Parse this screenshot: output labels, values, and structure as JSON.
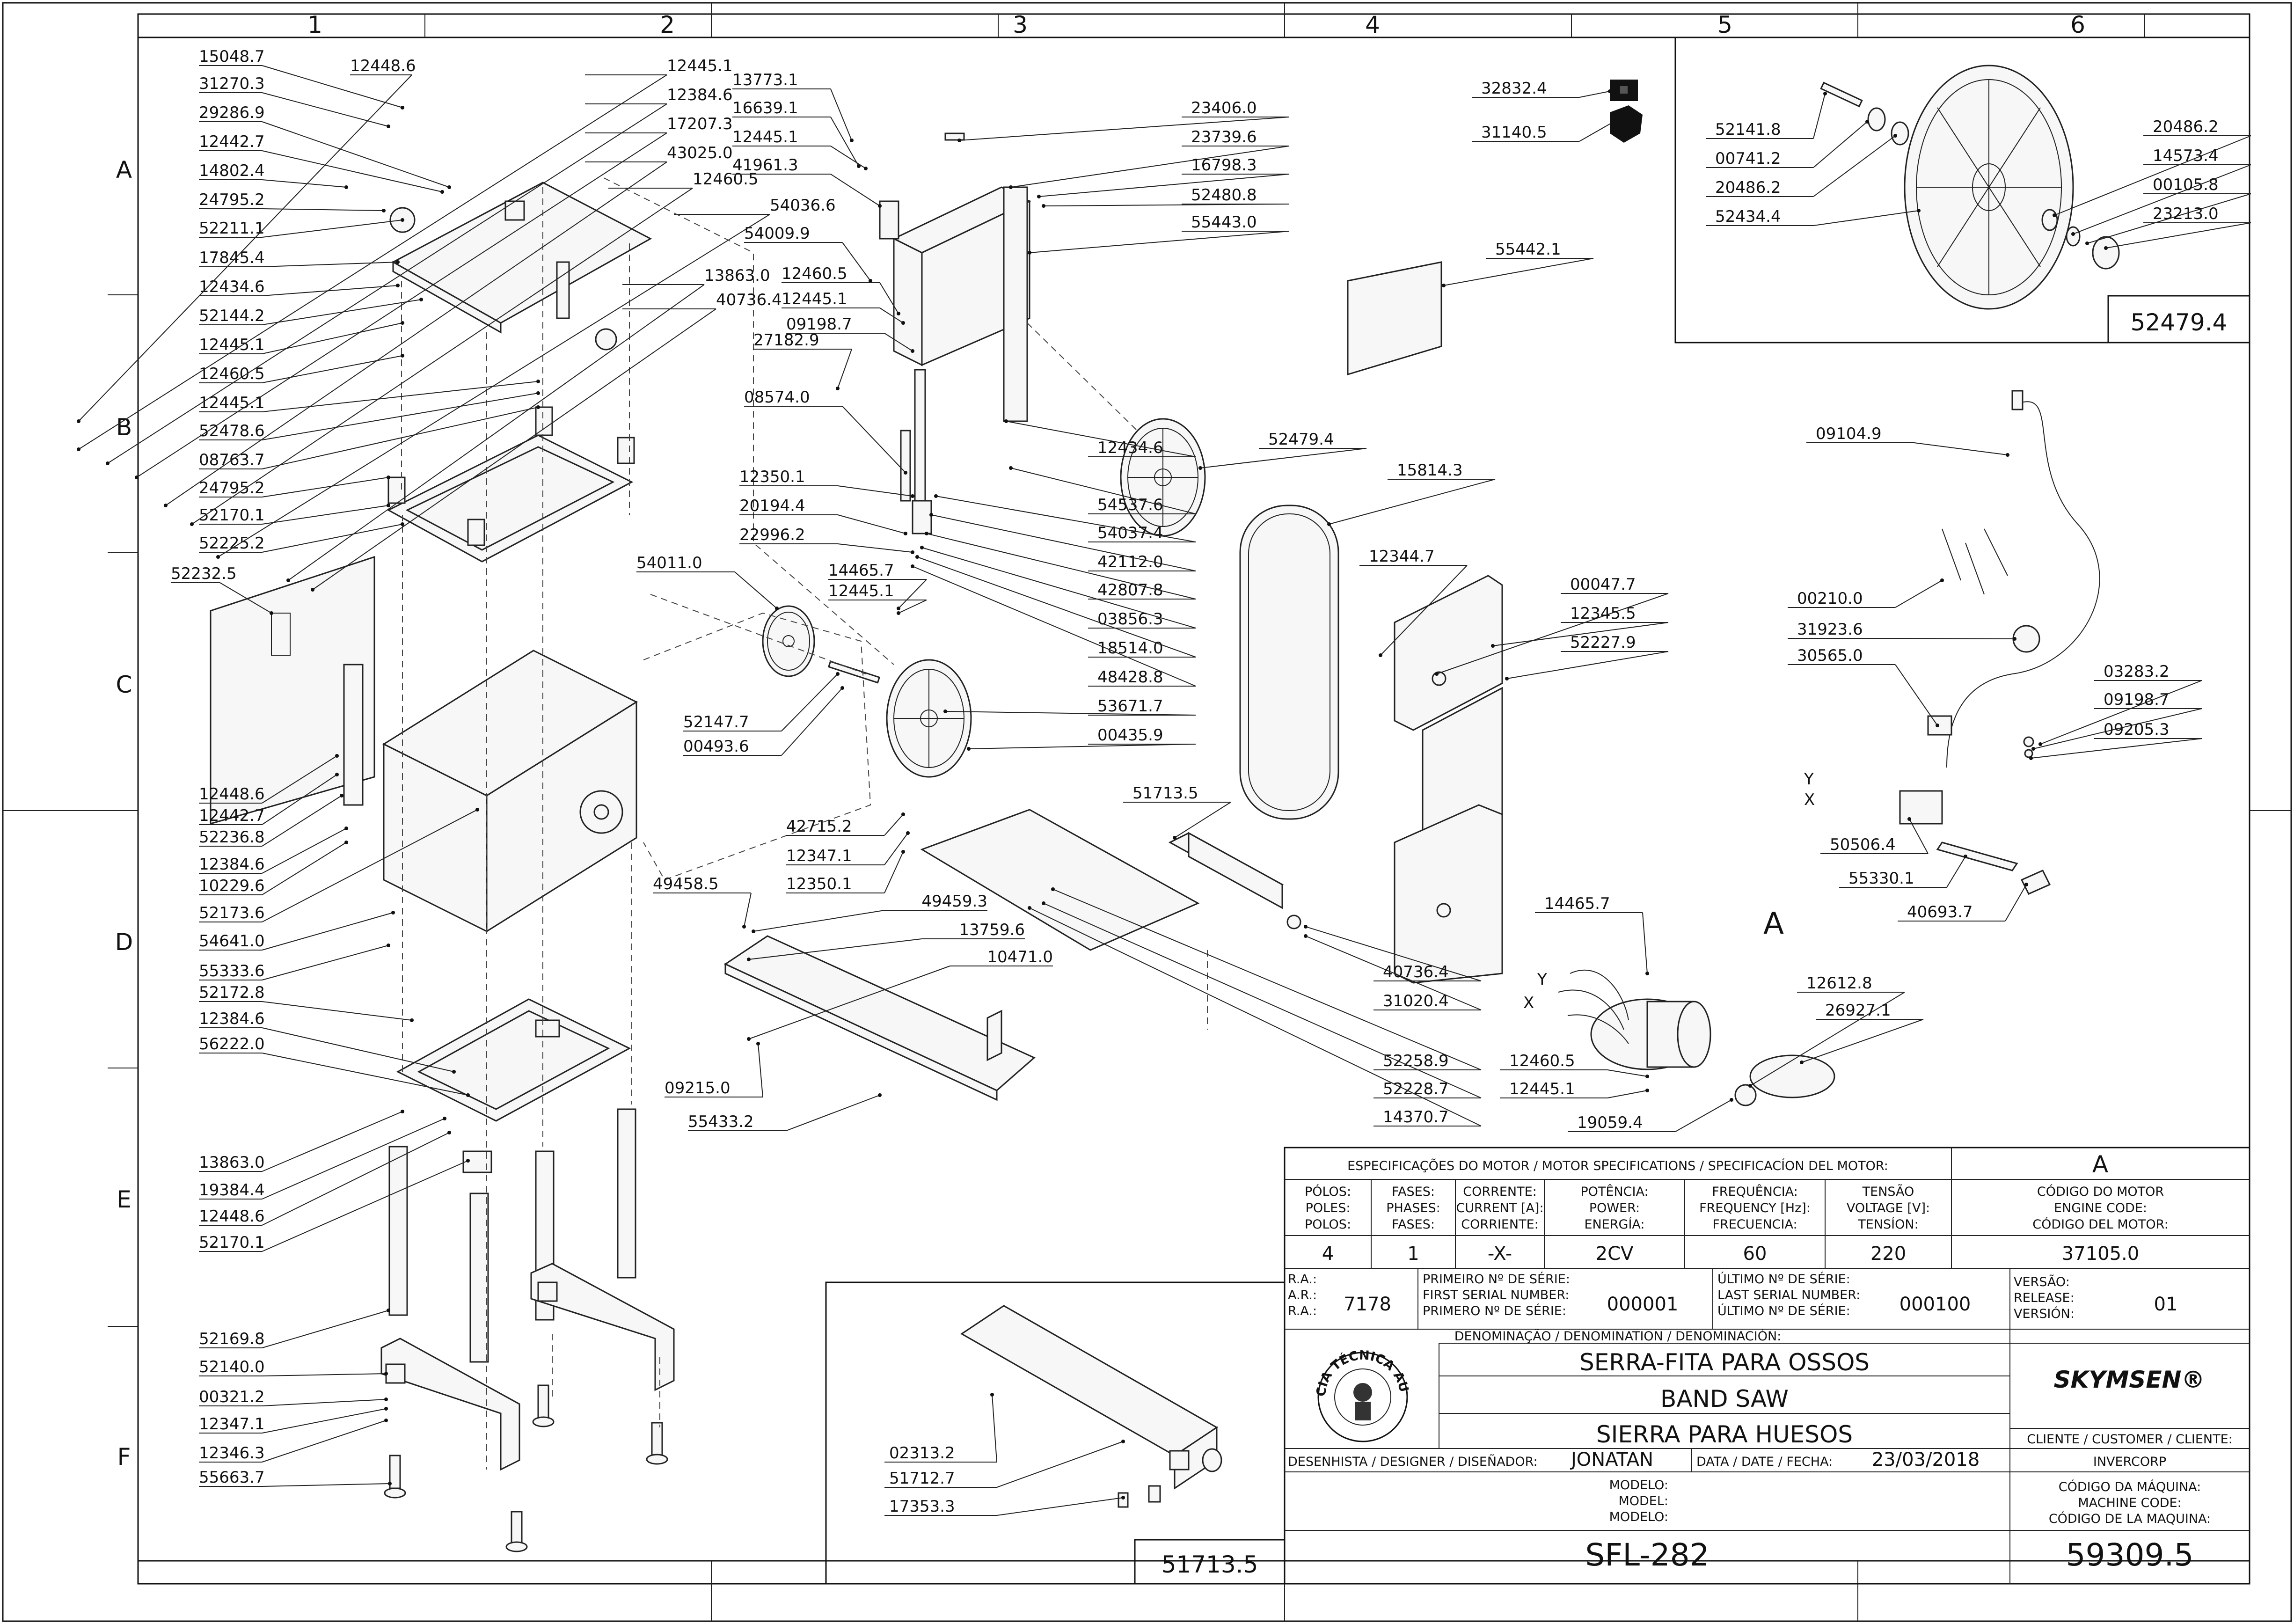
{
  "zones": {
    "columns": [
      "1",
      "2",
      "3",
      "4",
      "5",
      "6"
    ],
    "rows": [
      "A",
      "B",
      "C",
      "D",
      "E",
      "F"
    ]
  },
  "callouts": {
    "left": [
      "15048.7",
      "31270.3",
      "29286.9",
      "12442.7",
      "14802.4",
      "24795.2",
      "52211.1",
      "17845.4",
      "12434.6",
      "52144.2",
      "12445.1",
      "12460.5",
      "12445.1",
      "52478.6",
      "08763.7",
      "24795.2",
      "52170.1",
      "52225.2",
      "52232.5",
      "12448.6",
      "12442.7",
      "52236.8",
      "12384.6",
      "10229.6",
      "52173.6",
      "54641.0",
      "55333.6",
      "52172.8",
      "12384.6",
      "56222.0",
      "13863.0",
      "19384.4",
      "12448.6",
      "52170.1",
      "52169.8",
      "52140.0",
      "00321.2",
      "12347.1",
      "12346.3",
      "55663.7"
    ],
    "top_col2": [
      "12448.6",
      "12445.1",
      "12384.6",
      "17207.3",
      "43025.0",
      "12460.5",
      "54036.6",
      "13863.0",
      "40736.4"
    ],
    "col3_left": [
      "13773.1",
      "16639.1",
      "12445.1",
      "41961.3",
      "54009.9",
      "12460.5",
      "12445.1",
      "09198.7",
      "27182.9",
      "08574.0",
      "12350.1",
      "20194.4",
      "22996.2",
      "54011.0",
      "14465.7",
      "12445.1",
      "52147.7",
      "00493.6",
      "42715.2",
      "12347.1",
      "12350.1",
      "49458.5",
      "49459.3",
      "13759.6",
      "10471.0",
      "09215.0",
      "55433.2"
    ],
    "col3_right": [
      "23406.0",
      "23739.6",
      "16798.3",
      "52480.8",
      "55443.0",
      "12434.6",
      "54537.6",
      "54037.4",
      "42112.0",
      "42807.8",
      "03856.3",
      "18514.0",
      "48428.8",
      "53671.7",
      "00435.9"
    ],
    "col4": [
      "32832.4",
      "31140.5",
      "55442.1",
      "52479.4",
      "15814.3",
      "12344.7",
      "00047.7",
      "12345.5",
      "52227.9",
      "51713.5",
      "40736.4",
      "31020.4",
      "52258.9",
      "52228.7",
      "14370.7",
      "14465.7",
      "12460.5",
      "12445.1",
      "19059.4",
      "12612.8",
      "26927.1"
    ],
    "col6_inset": [
      "52141.8",
      "00741.2",
      "20486.2",
      "52434.4",
      "20486.2",
      "14573.4",
      "00105.8",
      "23213.0"
    ],
    "col6_right": [
      "09104.9",
      "00210.0",
      "31923.6",
      "30565.0",
      "03283.2",
      "09198.7",
      "09205.3",
      "50506.4",
      "55330.1",
      "40693.7"
    ],
    "wire_tags": [
      "Y",
      "X",
      "Y",
      "X"
    ],
    "motor_detail_letter": "A",
    "inset_bottom": [
      "02313.2",
      "51712.7",
      "17353.3"
    ]
  },
  "inset_wheel_code": "52479.4",
  "inset_table_code": "51713.5",
  "title_block": {
    "motor_header": "ESPECIFICAÇÕES DO MOTOR / MOTOR SPECIFICATIONS / SPECIFICACÍON DEL MOTOR:",
    "detail_letter": "A",
    "headers": [
      {
        "l1": "PÓLOS:",
        "l2": "POLES:",
        "l3": "POLOS:",
        "value": "4"
      },
      {
        "l1": "FASES:",
        "l2": "PHASES:",
        "l3": "FASES:",
        "value": "1"
      },
      {
        "l1": "CORRENTE:",
        "l2": "CURRENT [A]:",
        "l3": "CORRIENTE:",
        "value": "-X-"
      },
      {
        "l1": "POTÊNCIA:",
        "l2": "POWER:",
        "l3": "ENERGÍA:",
        "value": "2CV"
      },
      {
        "l1": "FREQUÊNCIA:",
        "l2": "FREQUENCY [Hz]:",
        "l3": "FRECUENCIA:",
        "value": "60"
      },
      {
        "l1": "TENSÃO",
        "l2": "VOLTAGE [V]:",
        "l3": "TENSÍON:",
        "value": "220"
      },
      {
        "l1": "CÓDIGO DO MOTOR",
        "l2": "ENGINE CODE:",
        "l3": "CÓDIGO DEL MOTOR:",
        "value": "37105.0"
      }
    ],
    "ra": {
      "l1": "R.A.:",
      "l2": "A.R.:",
      "l3": "R.A.:",
      "value": "7178"
    },
    "first_serial": {
      "l1": "PRIMEIRO Nº DE SÉRIE:",
      "l2": "FIRST SERIAL NUMBER:",
      "l3": "PRIMERO Nº DE SÉRIE:",
      "value": "000001"
    },
    "last_serial": {
      "l1": "ÚLTIMO Nº DE SÉRIE:",
      "l2": "LAST SERIAL NUMBER:",
      "l3": "ÚLTIMO Nº DE SÉRIE:",
      "value": "000100"
    },
    "version": {
      "l1": "VERSÃO:",
      "l2": "RELEASE:",
      "l3": "VERSIÓN:",
      "value": "01"
    },
    "denomination_label": "DENOMINAÇÃO / DENOMINATION / DENOMINACIÓN:",
    "names": [
      "SERRA-FITA PARA OSSOS",
      "BAND SAW",
      "SIERRA PARA HUESOS"
    ],
    "brand": "SKYMSEN®",
    "client_label": "CLIENTE / CUSTOMER / CLIENTE:",
    "client": "INVERCORP",
    "designer_label": "DESENHISTA / DESIGNER / DISEÑADOR:",
    "designer": "JONATAN",
    "date_label": "DATA / DATE / FECHA:",
    "date": "23/03/2018",
    "model_labels": [
      "MODELO:",
      "MODEL:",
      "MODELO:"
    ],
    "model": "SFL-282",
    "machine_code_labels": [
      "CÓDIGO DA MÁQUINA:",
      "MACHINE CODE:",
      "CÓDIGO DE LA MAQUINA:"
    ],
    "machine_code": "59309.5",
    "seal_text": "ASSISTÊNCIA TÉCNICA AUTORIZADA"
  }
}
